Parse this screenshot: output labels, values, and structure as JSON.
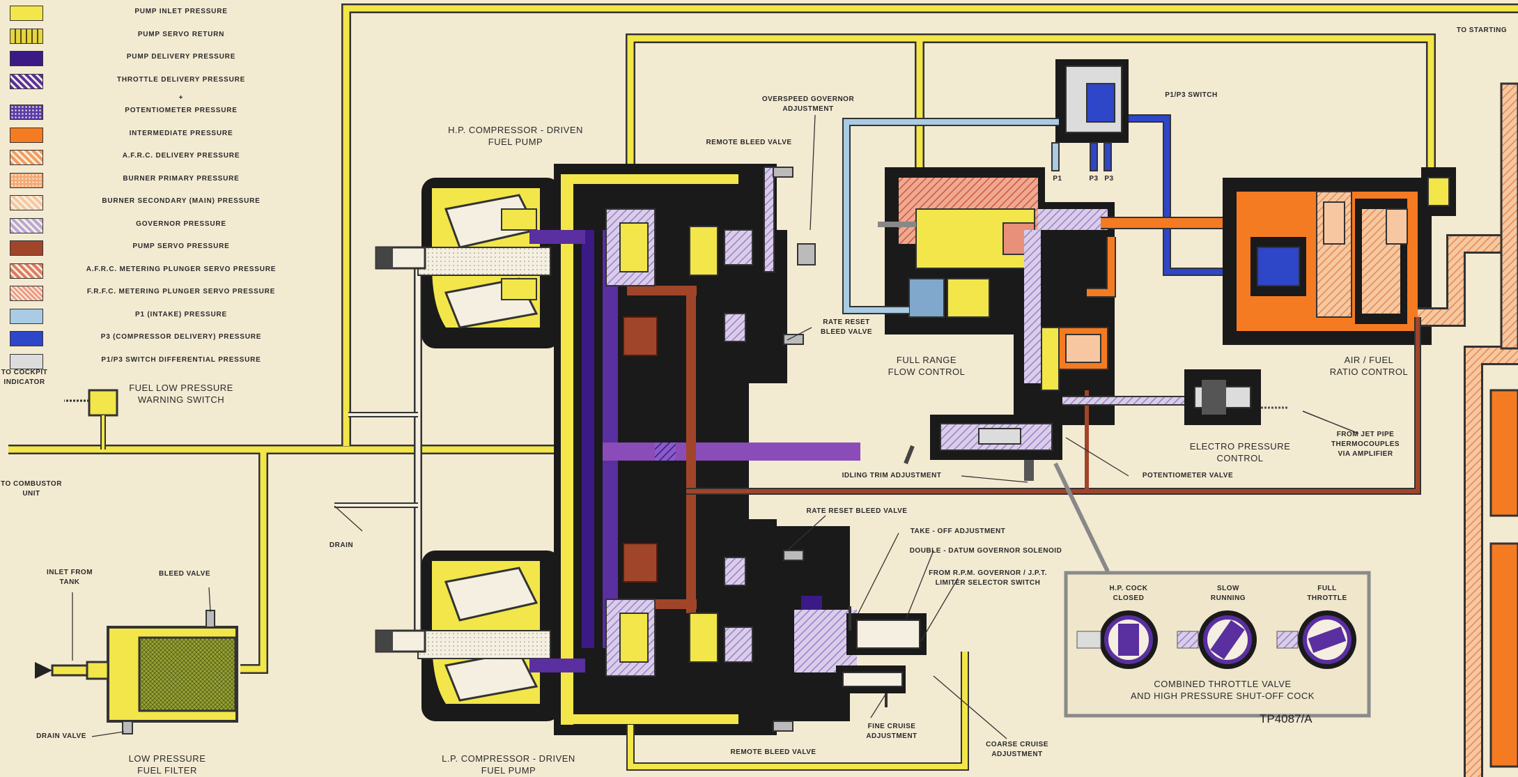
{
  "legend": [
    {
      "label": "PUMP INLET PRESSURE",
      "color": "#f2e64a",
      "pattern": "solid"
    },
    {
      "label": "PUMP SERVO RETURN",
      "color": "#e3d640",
      "pattern": "arrows"
    },
    {
      "label": "PUMP DELIVERY PRESSURE",
      "color": "#3b1a86",
      "pattern": "solid"
    },
    {
      "label": "THROTTLE DELIVERY PRESSURE",
      "color": "#5a2fa0",
      "pattern": "hatch"
    },
    {
      "label": "+",
      "color": "",
      "pattern": "none"
    },
    {
      "label": "POTENTIOMETER PRESSURE",
      "color": "#5a3ba8",
      "pattern": "dots"
    },
    {
      "label": "INTERMEDIATE PRESSURE",
      "color": "#f57b22",
      "pattern": "solid"
    },
    {
      "label": "A.F.R.C. DELIVERY PRESSURE",
      "color": "#f59a58",
      "pattern": "hatch"
    },
    {
      "label": "BURNER PRIMARY PRESSURE",
      "color": "#f5a873",
      "pattern": "dots"
    },
    {
      "label": "BURNER SECONDARY (MAIN) PRESSURE",
      "color": "#f6c7a0",
      "pattern": "hatch"
    },
    {
      "label": "GOVERNOR PRESSURE",
      "color": "#b9a6d6",
      "pattern": "hatch"
    },
    {
      "label": "PUMP SERVO PRESSURE",
      "color": "#a0452a",
      "pattern": "solid"
    },
    {
      "label": "A.F.R.C. METERING PLUNGER SERVO PRESSURE",
      "color": "#e07a60",
      "pattern": "hatch"
    },
    {
      "label": "F.R.F.C. METERING PLUNGER SERVO PRESSURE",
      "color": "#ee9a84",
      "pattern": "grid"
    },
    {
      "label": "P1 (INTAKE) PRESSURE",
      "color": "#a9cbe3",
      "pattern": "solid"
    },
    {
      "label": "P3 (COMPRESSOR DELIVERY) PRESSURE",
      "color": "#2e46c8",
      "pattern": "solid"
    },
    {
      "label": "P1/P3 SWITCH DIFFERENTIAL PRESSURE",
      "color": "#dcdcdc",
      "pattern": "solid"
    }
  ],
  "labels": {
    "to_starting": "TO STARTING",
    "to_cockpit": "TO COCKPIT\nINDICATOR",
    "fuel_low_pressure": "FUEL LOW PRESSURE\nWARNING SWITCH",
    "to_combustor": "TO COMBUSTOR\nUNIT",
    "drain": "DRAIN",
    "inlet_from_tank": "INLET FROM\nTANK",
    "bleed_valve": "BLEED VALVE",
    "drain_valve": "DRAIN VALVE",
    "low_pressure_filter": "LOW PRESSURE\nFUEL FILTER",
    "hp_pump": "H.P. COMPRESSOR - DRIVEN\nFUEL PUMP",
    "lp_pump": "L.P. COMPRESSOR - DRIVEN\nFUEL PUMP",
    "overspeed": "OVERSPEED GOVERNOR\nADJUSTMENT",
    "remote_bleed_top": "REMOTE BLEED VALVE",
    "remote_bleed_bottom": "REMOTE BLEED VALVE",
    "rate_reset_top": "RATE RESET\nBLEED VALVE",
    "rate_reset_bottom": "RATE RESET BLEED VALVE",
    "p1p3_switch": "P1/P3 SWITCH",
    "p1": "P1",
    "p3a": "P3",
    "p3b": "P3",
    "full_range": "FULL RANGE\nFLOW CONTROL",
    "air_fuel": "AIR / FUEL\nRATIO CONTROL",
    "electro": "ELECTRO PRESSURE\nCONTROL",
    "from_jet_pipe": "FROM JET PIPE\nTHERMOCOUPLES\nVIA AMPLIFIER",
    "idling_trim": "IDLING TRIM ADJUSTMENT",
    "potentiometer_valve": "POTENTIOMETER VALVE",
    "take_off": "TAKE - OFF ADJUSTMENT",
    "double_datum": "DOUBLE - DATUM GOVERNOR SOLENOID",
    "from_rpm": "FROM R.P.M. GOVERNOR / J.P.T.\nLIMITER SELECTOR SWITCH",
    "fine_cruise": "FINE CRUISE\nADJUSTMENT",
    "coarse_cruise": "COARSE CRUISE\nADJUSTMENT",
    "hp_cock_closed": "H.P. COCK\nCLOSED",
    "slow_running": "SLOW\nRUNNING",
    "full_throttle": "FULL\nTHROTTLE",
    "combined": "COMBINED THROTTLE VALVE\nAND HIGH PRESSURE SHUT-OFF COCK",
    "tp": "TP4087/A"
  }
}
